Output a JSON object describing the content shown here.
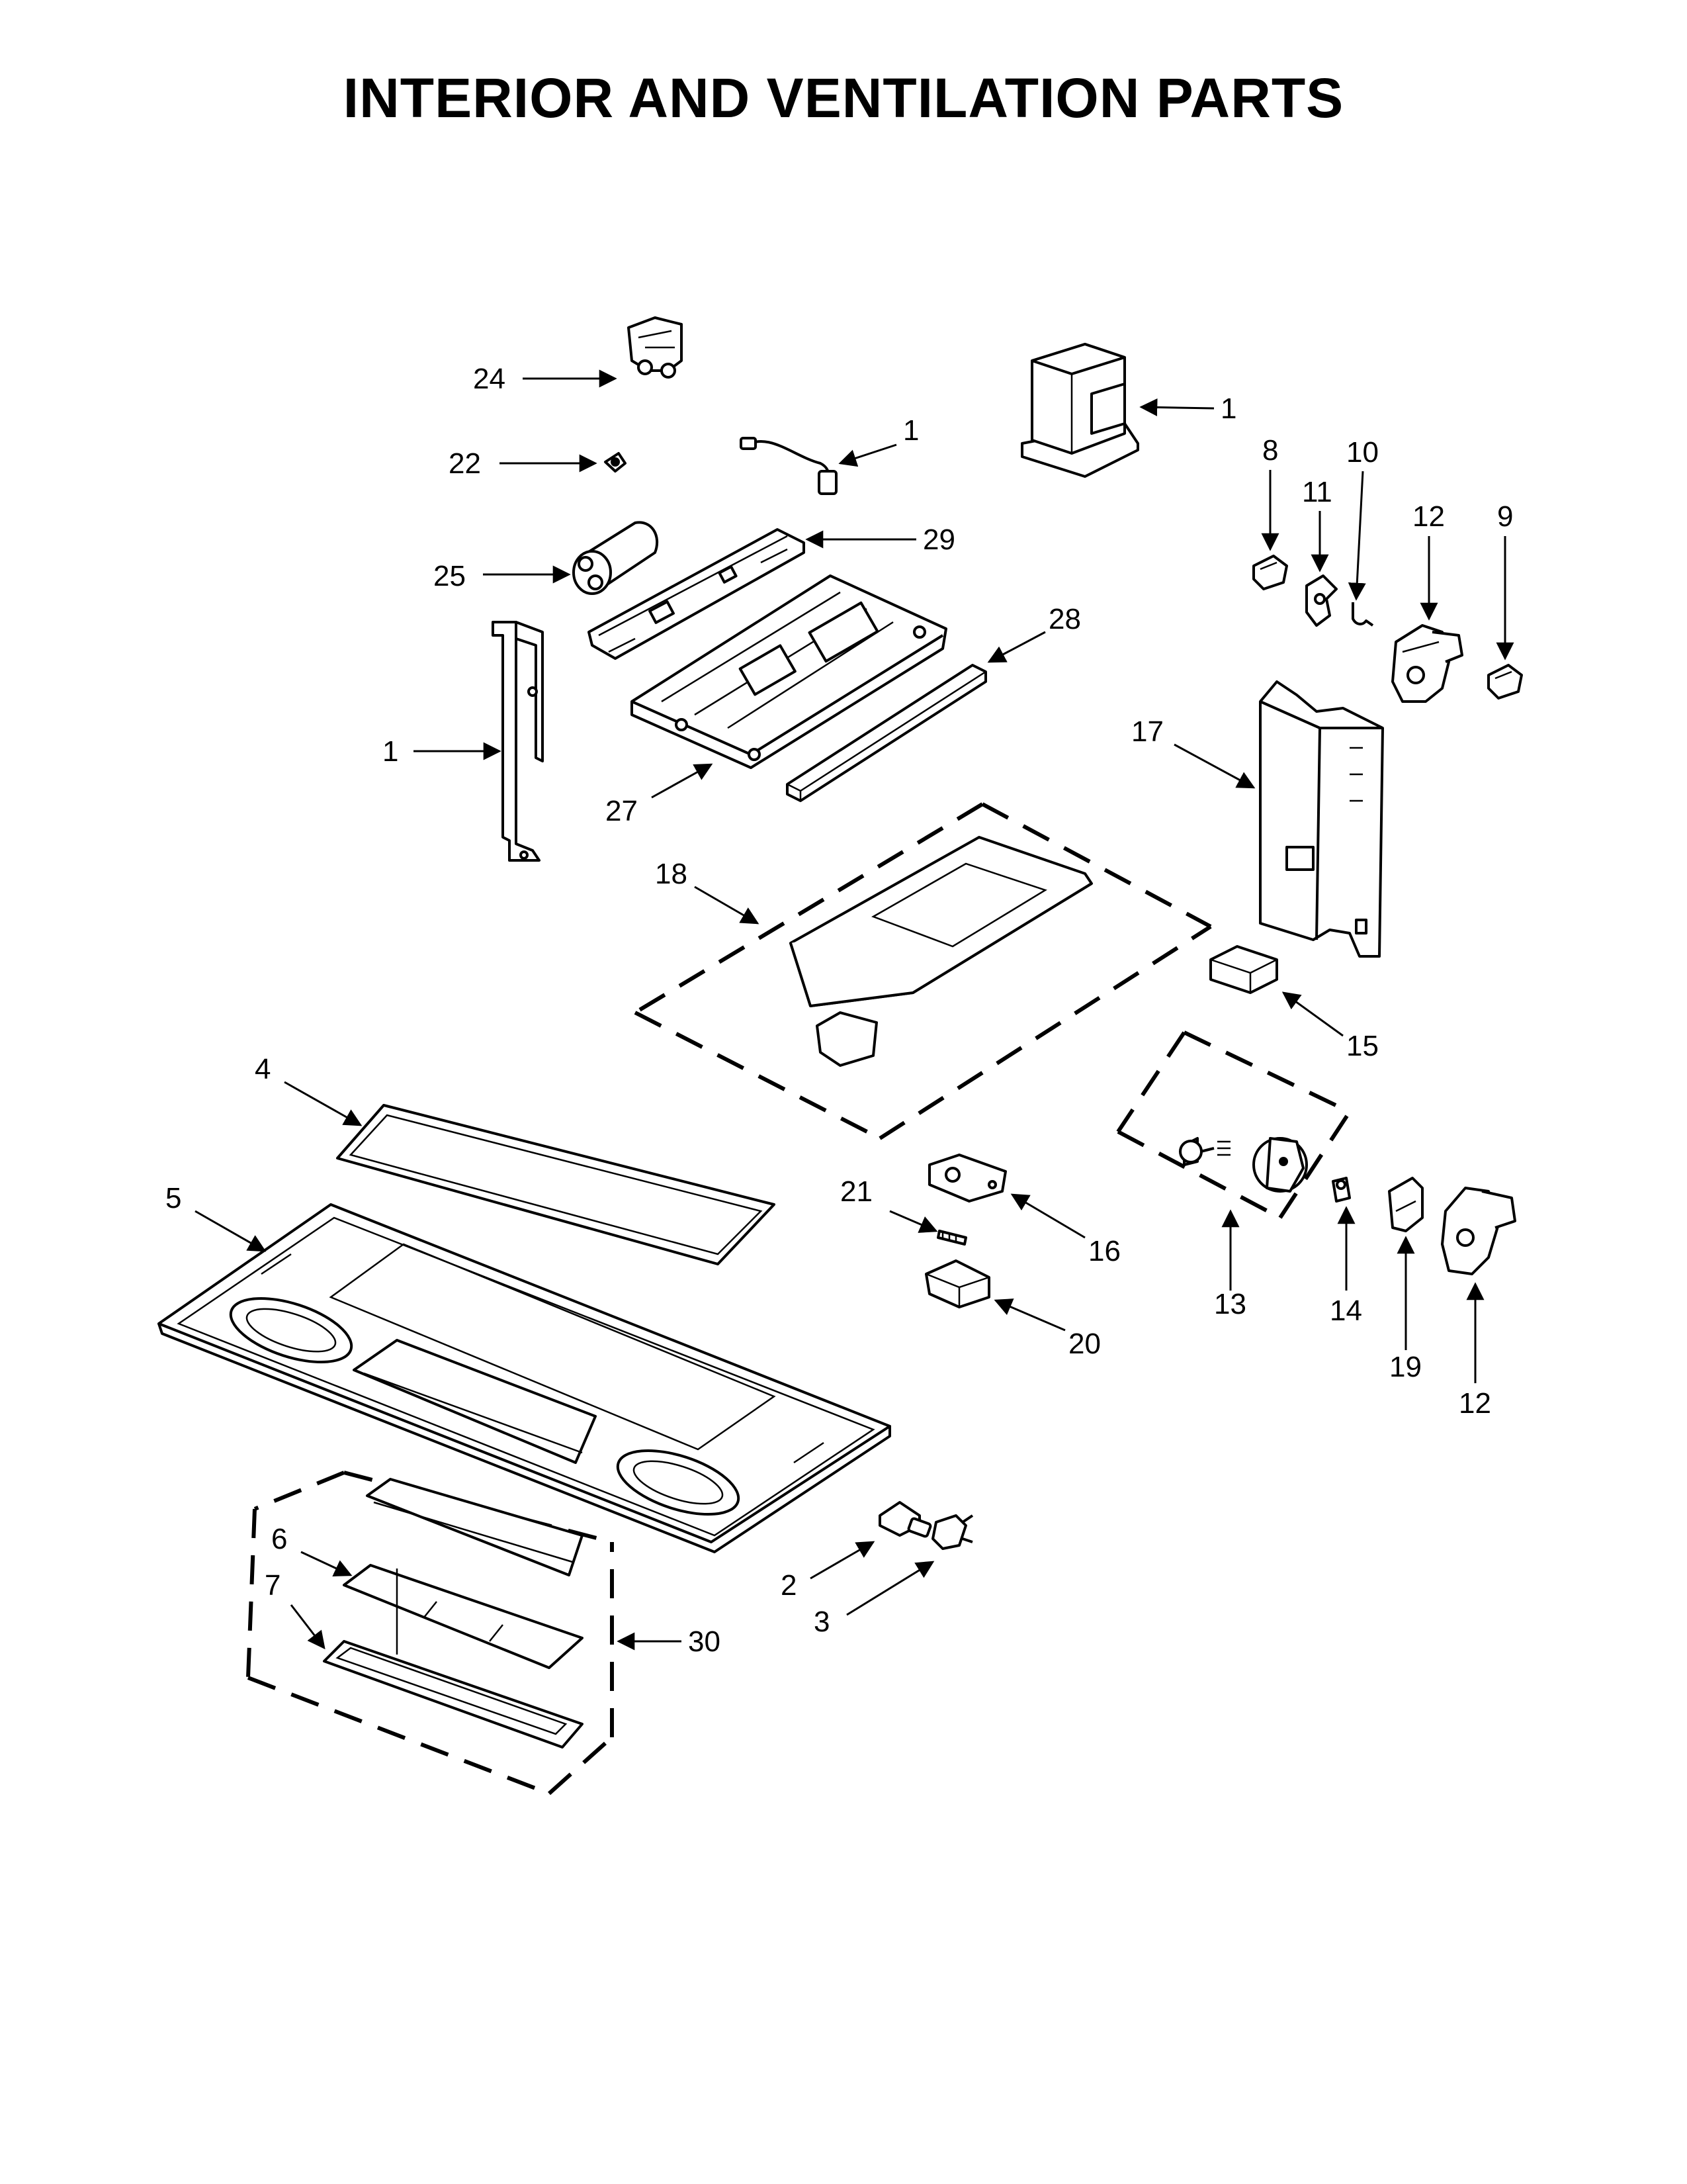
{
  "title": "INTERIOR AND VENTILATION PARTS",
  "callouts": {
    "c1a": "1",
    "c1b": "1",
    "c1c": "1",
    "c2": "2",
    "c3": "3",
    "c4": "4",
    "c5": "5",
    "c6": "6",
    "c7": "7",
    "c8": "8",
    "c9": "9",
    "c10": "10",
    "c11": "11",
    "c12a": "12",
    "c12b": "12",
    "c13": "13",
    "c14": "14",
    "c15": "15",
    "c16": "16",
    "c17": "17",
    "c18": "18",
    "c19": "19",
    "c20": "20",
    "c21": "21",
    "c22": "22",
    "c24": "24",
    "c25": "25",
    "c27": "27",
    "c28": "28",
    "c29": "29",
    "c30": "30"
  },
  "colors": {
    "ink": "#000000",
    "paper": "#ffffff"
  }
}
